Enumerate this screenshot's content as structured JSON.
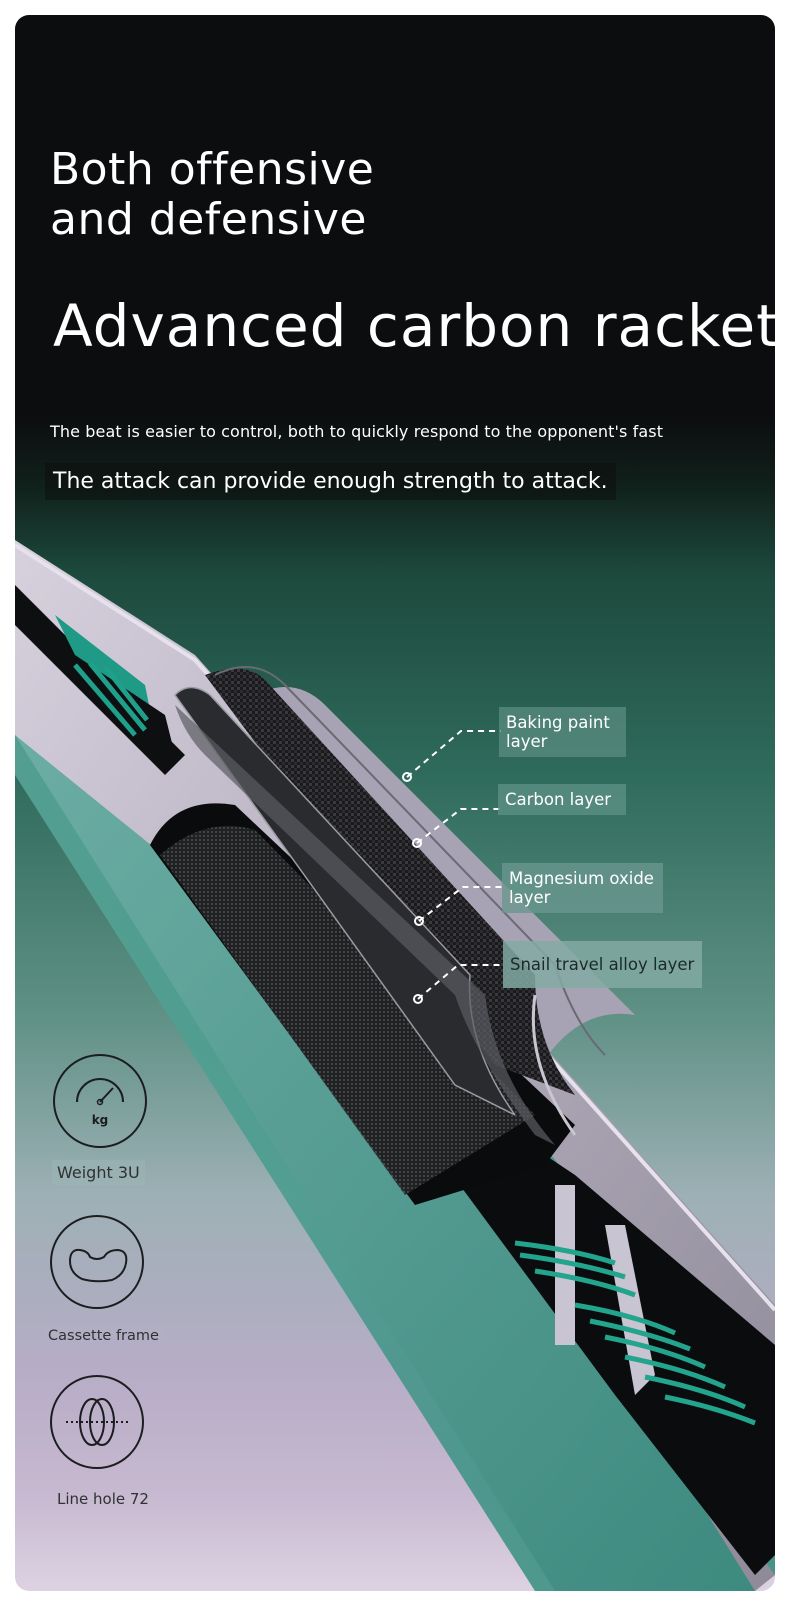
{
  "headline": "Both offensive and defensive",
  "title": "Advanced carbon racket",
  "subtitle_line1": "The beat is easier to control, both to quickly respond to the opponent's fast",
  "subtitle_line2": "The attack can provide enough strength to attack.",
  "layers": [
    {
      "label": "Baking paint layer"
    },
    {
      "label": "Carbon layer"
    },
    {
      "label": "Magnesium oxide layer"
    },
    {
      "label": "Snail travel alloy layer"
    }
  ],
  "features": [
    {
      "icon": "scale-gauge-icon",
      "icon_text": "kg",
      "label": "Weight 3U"
    },
    {
      "icon": "cassette-frame-icon",
      "label": "Cassette frame"
    },
    {
      "icon": "line-hole-icon",
      "label": "Line hole 72"
    }
  ],
  "colors": {
    "background_dark": "#0c0d0f",
    "teal": "#2a9a86",
    "lavender": "#c7b9d0",
    "text_light": "#ffffff"
  }
}
